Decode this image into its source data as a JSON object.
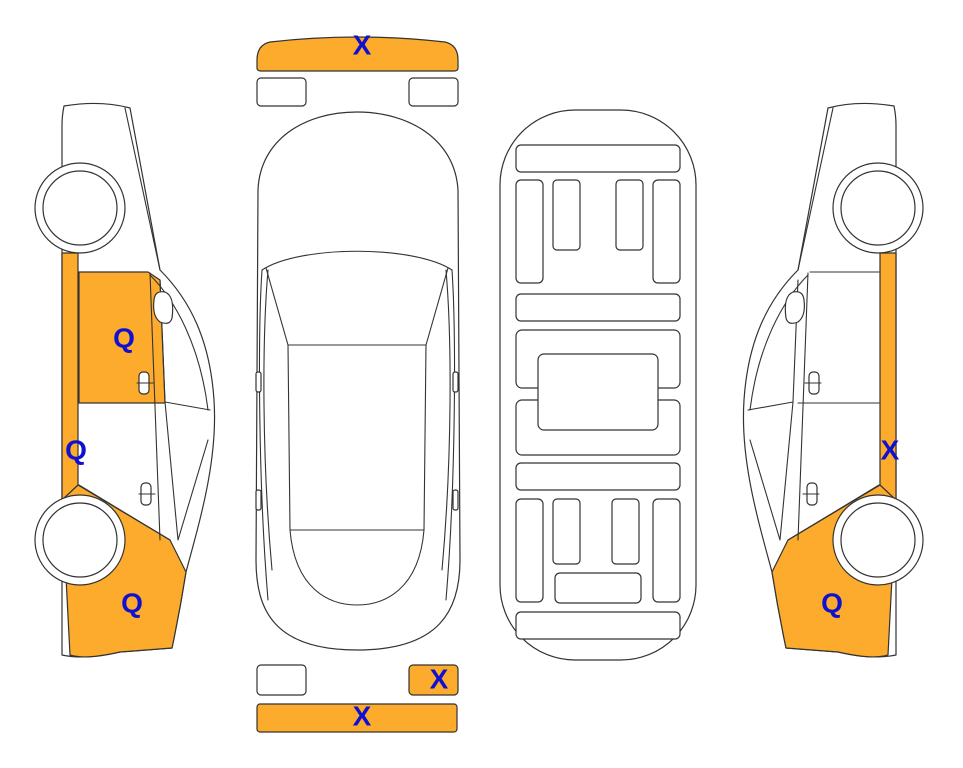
{
  "colors": {
    "damage": "#FCAB2D",
    "body": "#FFFFFF",
    "outline": "#333333",
    "mark_text": "#1010D0"
  },
  "marks": {
    "front_bumper": "X",
    "left_front_door": "Q",
    "left_rocker": "Q",
    "left_rear_quarter": "Q",
    "right_rocker": "X",
    "right_rear_quarter": "Q",
    "rear_right_light": "X",
    "rear_bumper": "X"
  }
}
